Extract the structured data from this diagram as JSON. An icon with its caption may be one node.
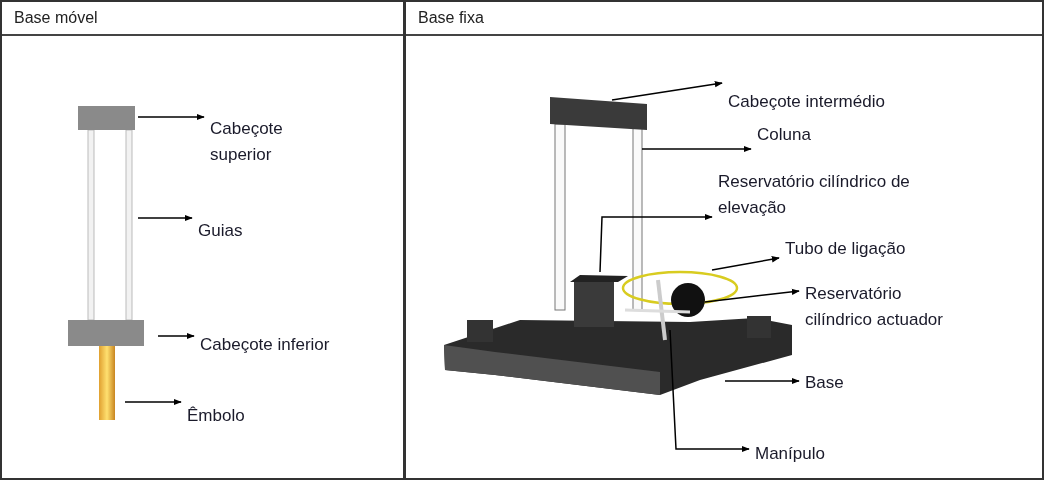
{
  "diagram": {
    "nodes": [
      {
        "text": [
          "Base móvel"
        ]
      },
      {
        "text": [
          "Base fixa"
        ]
      },
      {
        "text": [
          "Cabeçote superior"
        ],
        "in": 0
      },
      {
        "text": [
          "Guias"
        ],
        "in": 0
      },
      {
        "text": [
          "Cabeçote inferior"
        ],
        "in": 0
      },
      {
        "text": [
          "Êmbolo"
        ],
        "in": 0
      },
      {
        "text": [
          "Cabeçote intermédio"
        ],
        "in": 1
      },
      {
        "text": [
          "Coluna"
        ],
        "in": 1
      },
      {
        "text": [
          "Reservatório cilíndrico de elevação"
        ],
        "in": 1
      },
      {
        "text": [
          "Tubo de ligação"
        ],
        "in": 1
      },
      {
        "text": [
          "Reservatório cilíndrico actuador"
        ],
        "in": 1
      },
      {
        "text": [
          "Base"
        ],
        "in": 1
      },
      {
        "text": [
          "Manípulo"
        ],
        "in": 1
      }
    ],
    "edges": [
      {
        "from": null,
        "to": 2,
        "arrow": "to"
      },
      {
        "from": null,
        "to": 3,
        "arrow": "to"
      },
      {
        "from": null,
        "to": 4,
        "arrow": "to"
      },
      {
        "from": null,
        "to": 5,
        "arrow": "to"
      },
      {
        "from": null,
        "to": 6,
        "arrow": "to"
      },
      {
        "from": null,
        "to": 7,
        "arrow": "to"
      },
      {
        "from": null,
        "to": 8,
        "arrow": "to"
      },
      {
        "from": null,
        "to": 9,
        "arrow": "to"
      },
      {
        "from": null,
        "to": 10,
        "arrow": "to"
      },
      {
        "from": null,
        "to": 11,
        "arrow": "to"
      },
      {
        "from": null,
        "to": 12,
        "arrow": "to"
      }
    ]
  }
}
